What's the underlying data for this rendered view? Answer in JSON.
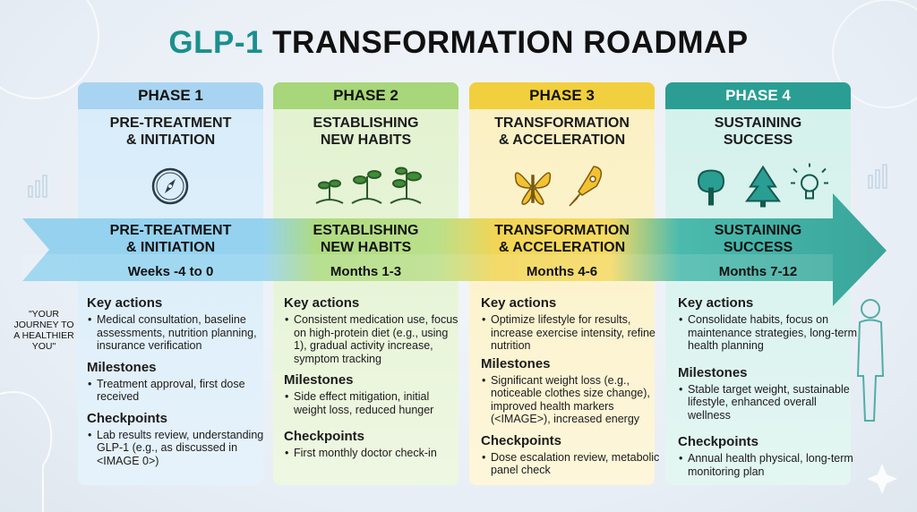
{
  "title_prefix": "GLP-1",
  "title_rest": " TRANSFORMATION ROADMAP",
  "side_quote": "\"YOUR JOURNEY TO A HEALTHIER YOU\"",
  "phases": [
    {
      "label": "PHASE 1",
      "title_line1": "PRE-TREATMENT",
      "title_line2": "& INITIATION",
      "band_line1": "PRE-TREATMENT",
      "band_line2": "& INITIATION",
      "timeframe": "Weeks -4 to 0",
      "icon": "compass-icon",
      "color": "#a9d4f1",
      "key_actions_heading": "Key actions",
      "key_actions": "Medical consultation, baseline assessments, nutrition planning, insurance verification",
      "milestones_heading": "Milestones",
      "milestones": "Treatment approval, first dose received",
      "checkpoints_heading": "Checkpoints",
      "checkpoints": "Lab results review, understanding GLP-1 (e.g., as discussed in <IMAGE 0>)"
    },
    {
      "label": "PHASE 2",
      "title_line1": "ESTABLISHING",
      "title_line2": "NEW HABITS",
      "band_line1": "ESTABLISHING",
      "band_line2": "NEW HABITS",
      "timeframe": "Months 1-3",
      "icon": "sprouts-icon",
      "color": "#a8d67a",
      "key_actions_heading": "Key actions",
      "key_actions": "Consistent medication use, focus on high-protein diet (e.g., using 1), gradual activity increase, symptom tracking",
      "milestones_heading": "Milestones",
      "milestones": "Side effect mitigation, initial weight loss, reduced hunger",
      "checkpoints_heading": "Checkpoints",
      "checkpoints": "First monthly doctor check-in"
    },
    {
      "label": "PHASE 3",
      "title_line1": "TRANSFORMATION",
      "title_line2": "& ACCELERATION",
      "band_line1": "TRANSFORMATION",
      "band_line2": "& ACCELERATION",
      "timeframe": "Months 4-6",
      "icon": "butterfly-rocket-icon",
      "color": "#f2cf3e",
      "key_actions_heading": "Key actions",
      "key_actions": "Optimize lifestyle for results, increase exercise intensity, refine nutrition",
      "milestones_heading": "Milestones",
      "milestones": "Significant weight loss (e.g., noticeable clothes size change), improved health markers (<IMAGE>), increased energy",
      "checkpoints_heading": "Checkpoints",
      "checkpoints": "Dose escalation review, metabolic panel check"
    },
    {
      "label": "PHASE 4",
      "title_line1": "SUSTAINING",
      "title_line2": "SUCCESS",
      "band_line1": "SUSTAINING",
      "band_line2": "SUCCESS",
      "timeframe": "Months 7-12",
      "icon": "trees-lightbulb-icon",
      "color": "#2a9e93",
      "key_actions_heading": "Key actions",
      "key_actions": "Consolidate habits, focus on maintenance strategies, long-term health planning",
      "milestones_heading": "Milestones",
      "milestones": "Stable target weight, sustainable lifestyle, enhanced overall wellness",
      "checkpoints_heading": "Checkpoints",
      "checkpoints": "Annual health physical, long-term monitoring plan"
    }
  ]
}
